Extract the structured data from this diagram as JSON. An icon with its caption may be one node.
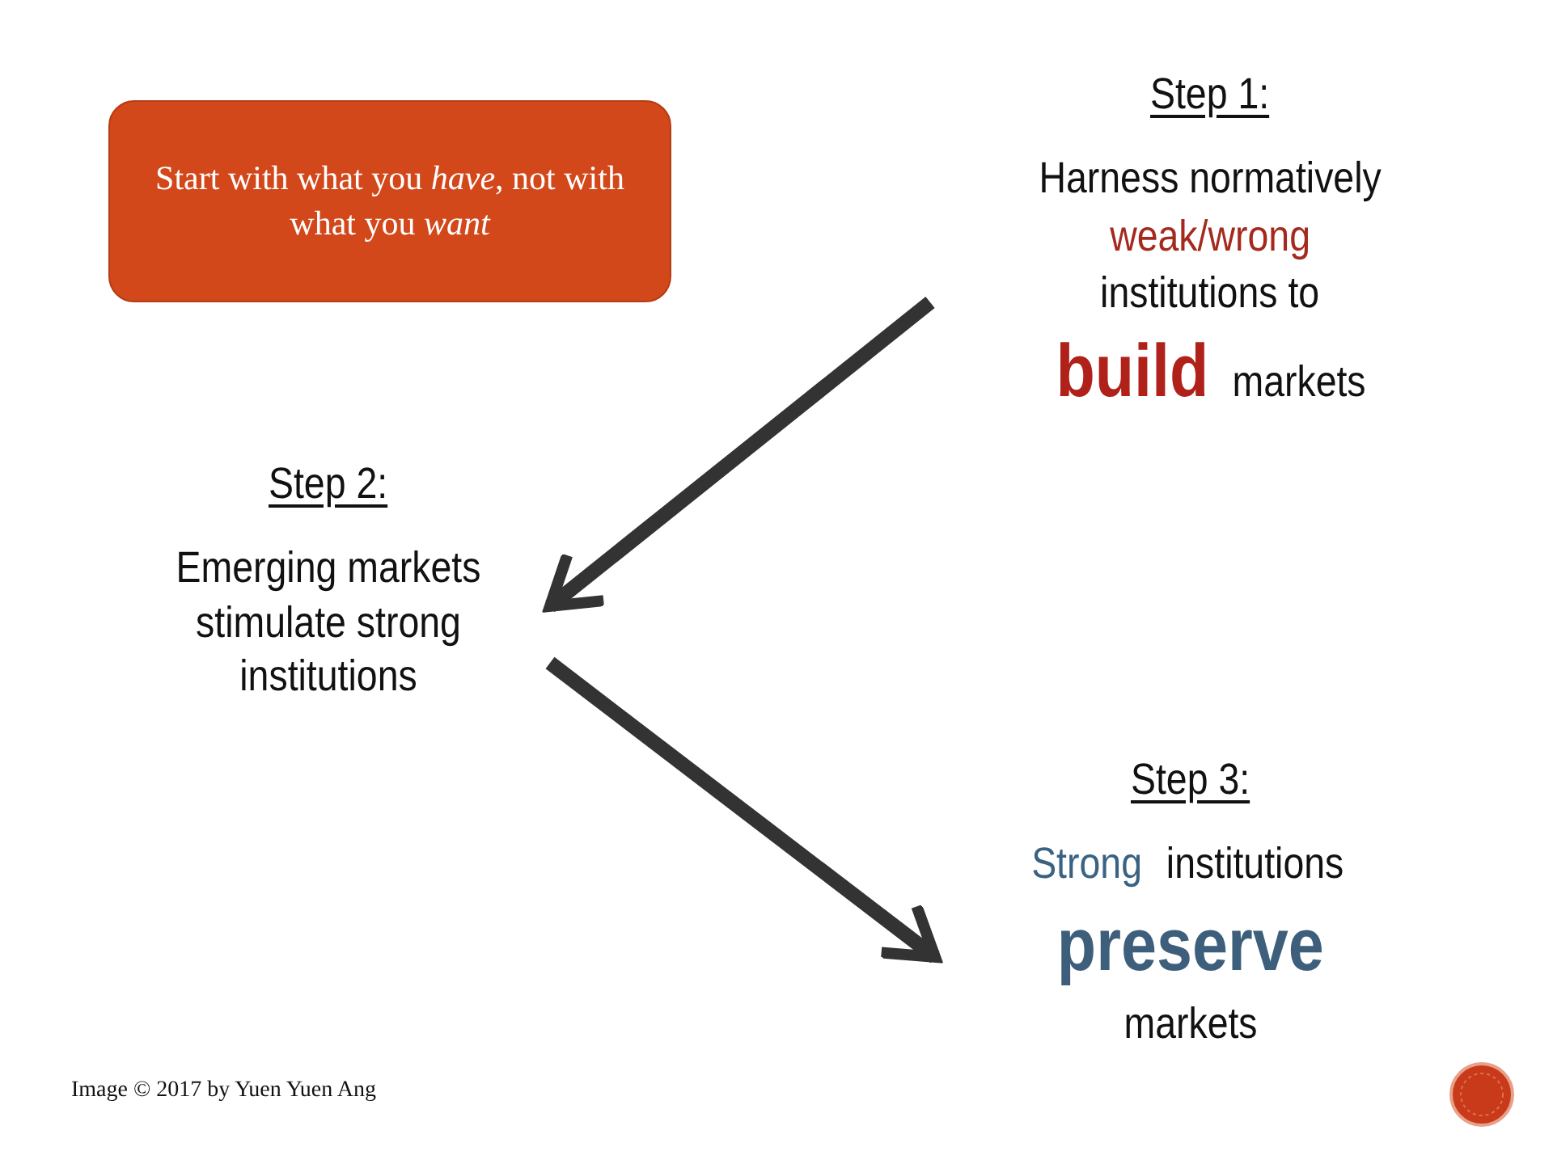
{
  "diagram": {
    "nodes": [
      {
        "text": [
          "Start with what you *have*, not with what you *want*"
        ]
      },
      {
        "text": [
          "Step 1:",
          "Harness normatively",
          "weak/wrong",
          "institutions to",
          "build",
          "markets"
        ]
      },
      {
        "text": [
          "Step 2:",
          "Emerging markets stimulate strong institutions"
        ]
      },
      {
        "text": [
          "Step 3:",
          "Strong",
          "institutions",
          "preserve",
          "markets"
        ]
      }
    ],
    "edges": [
      {
        "from": 1,
        "to": 2,
        "arrow": "to"
      },
      {
        "from": 2,
        "to": 3,
        "arrow": "to"
      }
    ],
    "labels": [
      "Image © 2017 by Yuen Yuen Ang"
    ]
  }
}
